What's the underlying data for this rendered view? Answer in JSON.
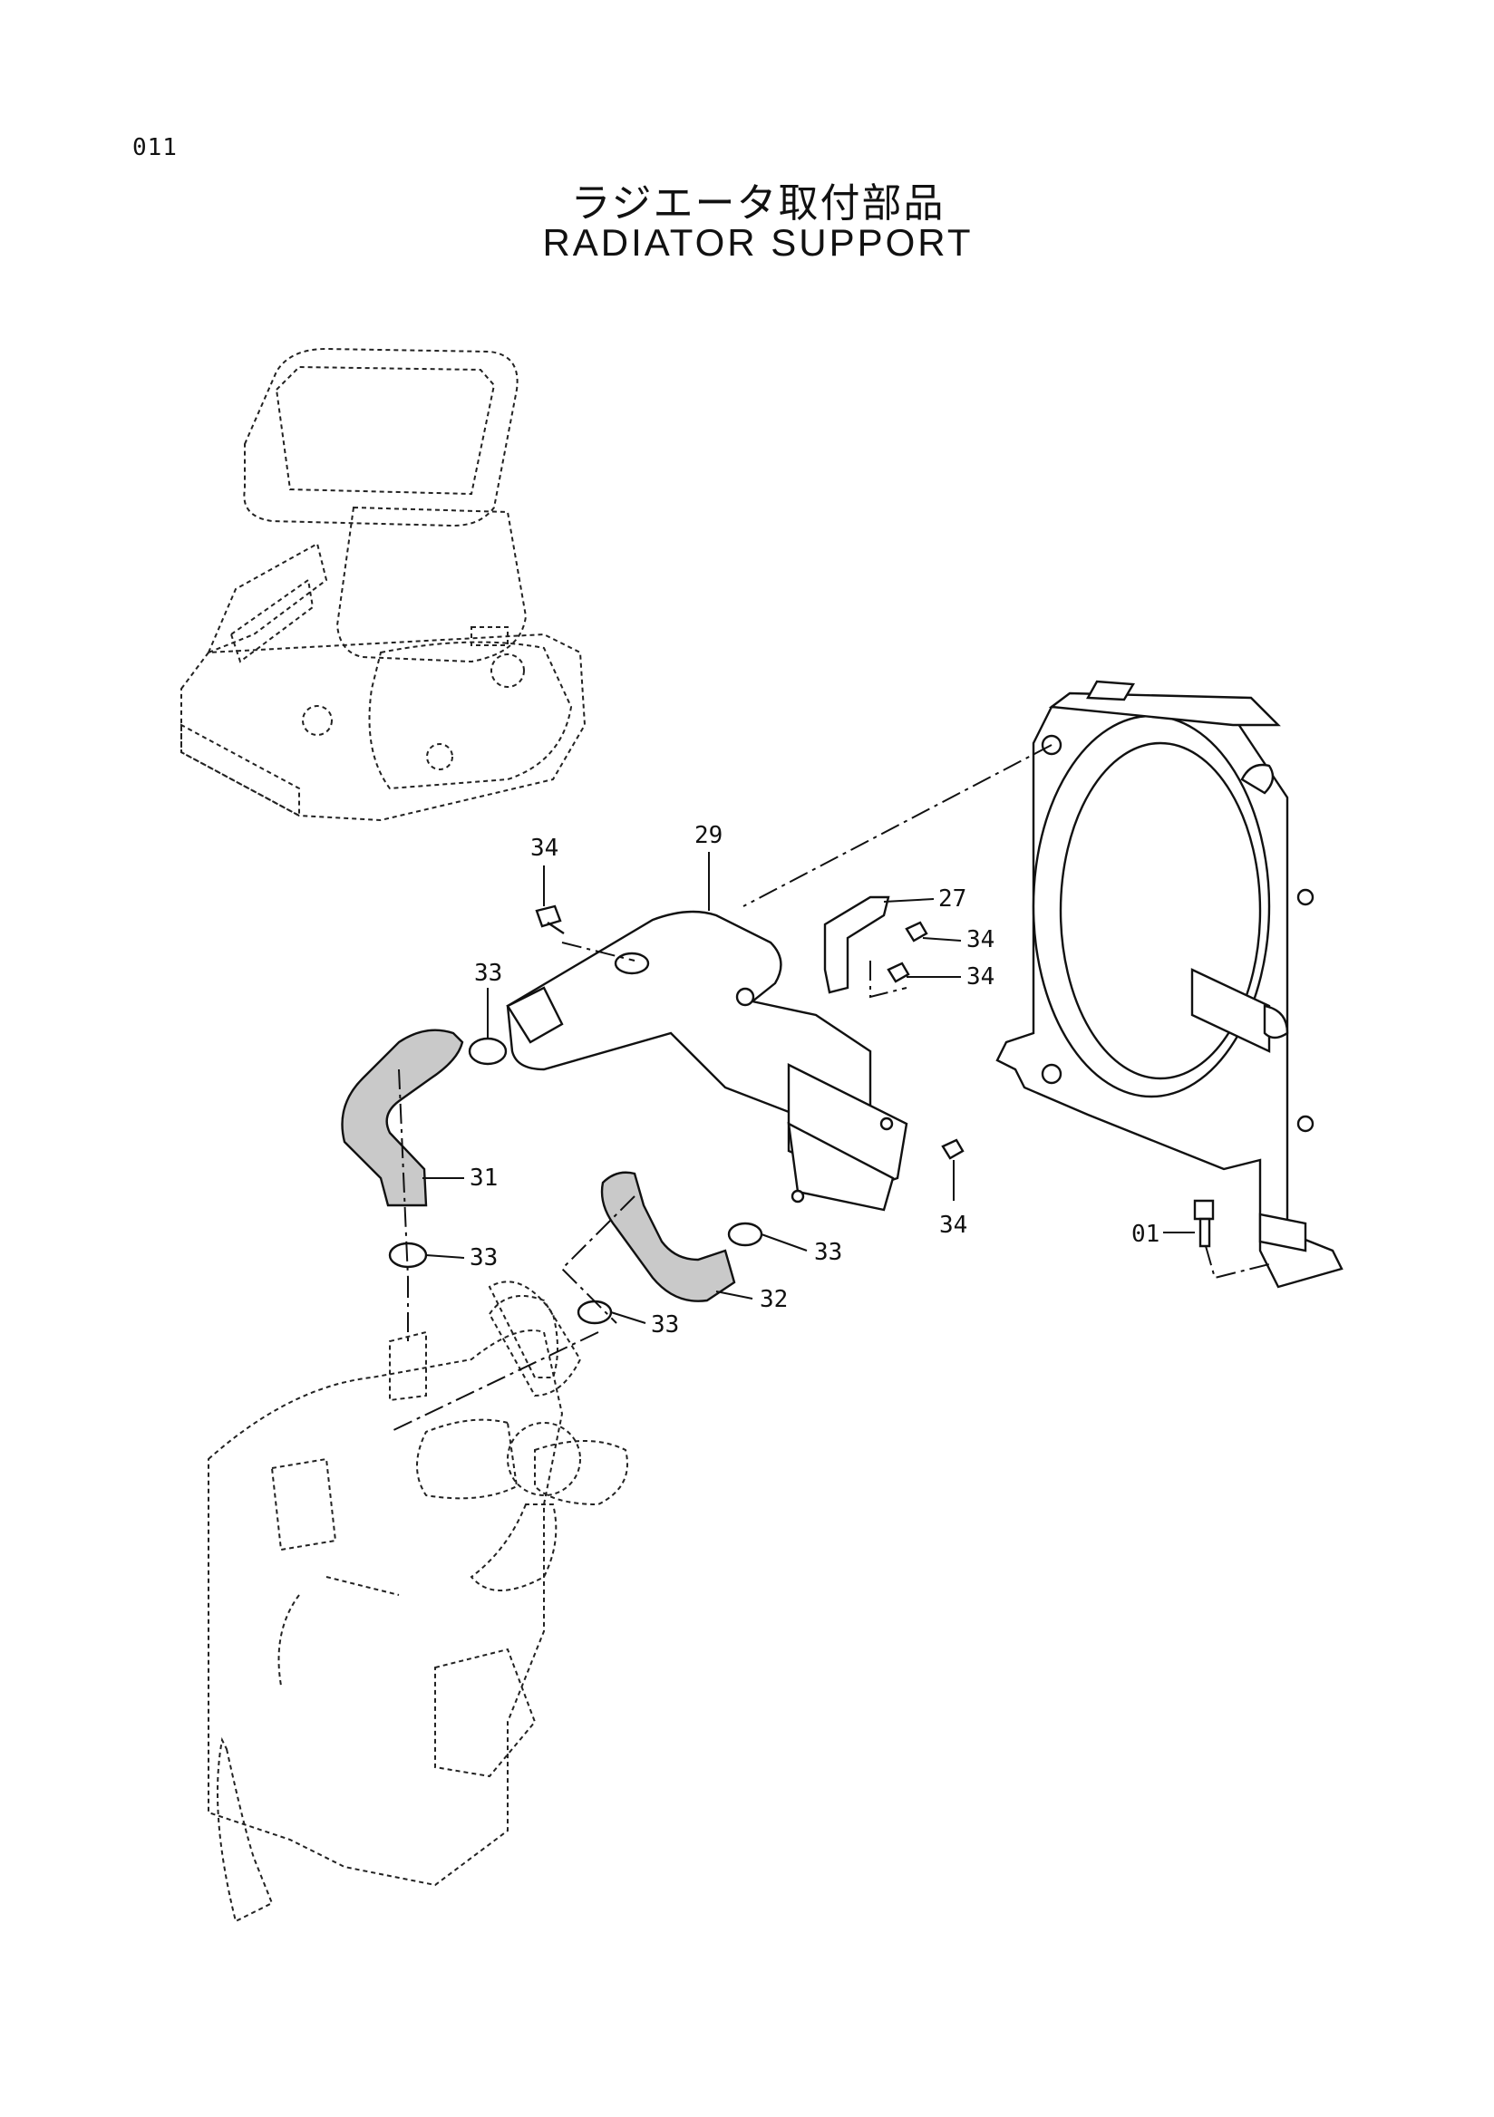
{
  "page_number": "011",
  "title_ja": "ラジエータ取付部品",
  "title_en": "RADIATOR SUPPORT",
  "callouts": [
    {
      "id": "c-29",
      "text": "29"
    },
    {
      "id": "c-27",
      "text": "27"
    },
    {
      "id": "c-34a",
      "text": "34"
    },
    {
      "id": "c-34b",
      "text": "34"
    },
    {
      "id": "c-34c",
      "text": "34"
    },
    {
      "id": "c-34d",
      "text": "34"
    },
    {
      "id": "c-33a",
      "text": "33"
    },
    {
      "id": "c-33b",
      "text": "33"
    },
    {
      "id": "c-33c",
      "text": "33"
    },
    {
      "id": "c-33d",
      "text": "33"
    },
    {
      "id": "c-31",
      "text": "31"
    },
    {
      "id": "c-32",
      "text": "32"
    },
    {
      "id": "c-01",
      "text": "01"
    }
  ]
}
